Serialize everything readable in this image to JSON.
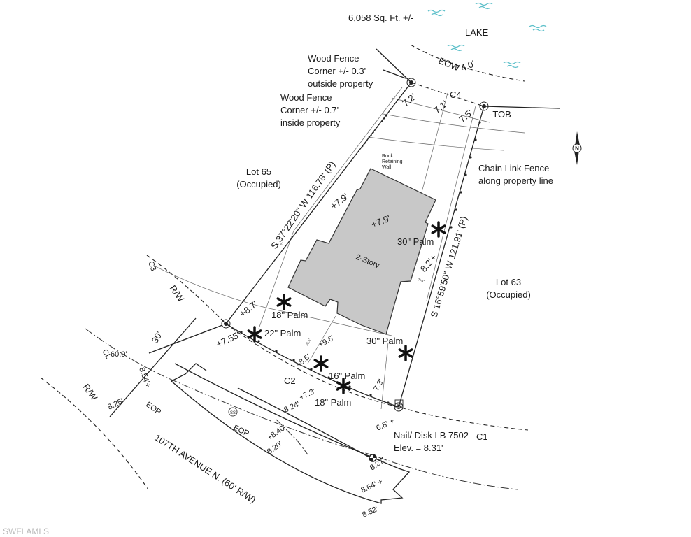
{
  "area": "6,058 Sq. Ft. +/-",
  "lake": "LAKE",
  "eow": "EOW",
  "eow_elev": "4.0'",
  "fence_outside": [
    "Wood Fence",
    "Corner +/- 0.3'",
    "outside property"
  ],
  "fence_inside": [
    "Wood Fence",
    "Corner +/- 0.7'",
    "inside property"
  ],
  "tob": "-TOB",
  "curves": {
    "c1": "C1",
    "c2": "C2",
    "c3": "C3",
    "c4": "C4"
  },
  "rear_dims": [
    "7.2'",
    "7.1'",
    "7.5'"
  ],
  "retaining_wall": [
    "Rock",
    "Retaining",
    "Wall"
  ],
  "chain_link": [
    "Chain Link Fence",
    "along property line"
  ],
  "lot65": [
    "Lot 65",
    "(Occupied)"
  ],
  "lot63": [
    "Lot 63",
    "(Occupied)"
  ],
  "bearing_left": "S 37°22'20\" W  116.78' (P)",
  "bearing_right": "S 16°59'50\" W  121.91' (P)",
  "building": "2-Story",
  "elevations": {
    "house_top": "+7.9'",
    "house_side": "+7.9'",
    "e8_2": "8.2'+",
    "e8_7": "+8.7'",
    "e7_55": "+7.55'",
    "e8_5": "+8.5'",
    "e9_6": "+9.6'",
    "e7_3a": "+7.3'",
    "e7_3b": "7.3'",
    "e6_8": "6.8' +",
    "e8_54": "8.54'+",
    "e8_25": "8.25'",
    "e8_24": "8.24'",
    "e8_40": "+8.40'",
    "e8_20": "8.20'",
    "e8_27": "8.27'",
    "e8_64": "8.64' +",
    "e8_52": "8.52'"
  },
  "setback_small": [
    "7'-6\"",
    "7'-6\"",
    "25.5'"
  ],
  "palms": [
    "30\" Palm",
    "18\" Palm",
    "22\" Palm",
    "30\" Palm",
    "16\" Palm",
    "18\" Palm"
  ],
  "rw": [
    "R/W",
    "R/W"
  ],
  "centerline": "CL",
  "road_width": "60.0'",
  "setback_30": "30'",
  "eop": [
    "EOP",
    "EOP"
  ],
  "ss": "SS",
  "w_marker": "W",
  "road_name": "107TH AVENUE N. (60' R/W)",
  "benchmark": [
    "Nail/ Disk LB 7502",
    "Elev. = 8.31'"
  ],
  "north": "N",
  "watermark": "SWFLAMLS",
  "colors": {
    "water": "#5bbfc9",
    "building": "#c8c8c8"
  }
}
